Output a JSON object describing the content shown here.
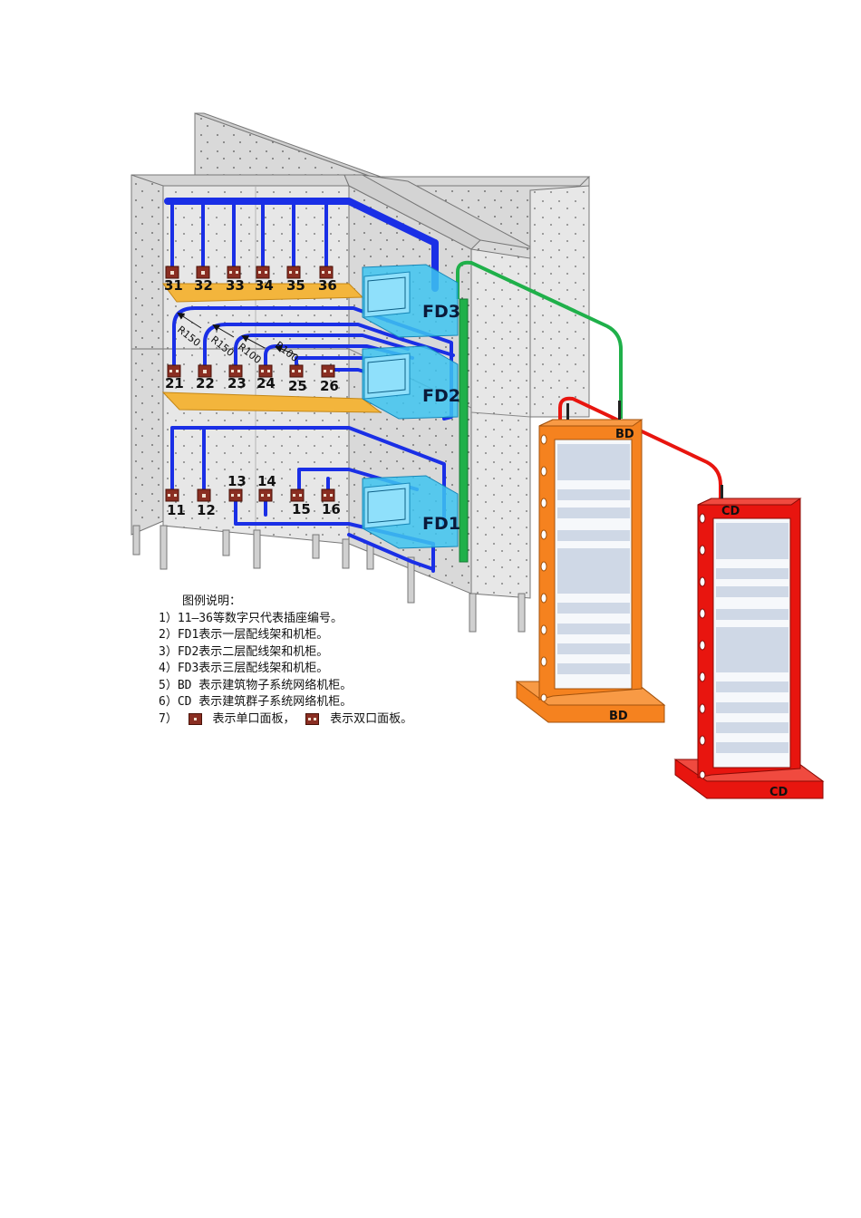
{
  "outlets": {
    "floor3": [
      "31",
      "32",
      "33",
      "34",
      "35",
      "36"
    ],
    "floor2": [
      "21",
      "22",
      "23",
      "24",
      "25",
      "26"
    ],
    "floor1": [
      "11",
      "12",
      "13",
      "14",
      "15",
      "16"
    ]
  },
  "distributors": {
    "fd3": "FD3",
    "fd2": "FD2",
    "fd1": "FD1"
  },
  "bend_radius_labels": [
    "R150",
    "R150",
    "R100",
    "R100"
  ],
  "racks": {
    "bd": {
      "top_label": "BD",
      "base_label": "BD",
      "color": "#f5821f"
    },
    "cd": {
      "top_label": "CD",
      "base_label": "CD",
      "color": "#e8150f"
    }
  },
  "colors": {
    "cable": "#1a2fe6",
    "trunk_green": "#1fb04a",
    "link_red": "#e8150f",
    "fd_box": "#3ec4f0",
    "tray": "#f3b53c",
    "outlet": "#8a2e22"
  },
  "legend": {
    "title": "图例说明：",
    "items": [
      "1）11—36等数字只代表插座编号。",
      "2）FD1表示一层配线架和机柜。",
      "3）FD2表示二层配线架和机柜。",
      "4）FD3表示三层配线架和机柜。",
      "5）BD 表示建筑物子系统网络机柜。",
      "6）CD 表示建筑群子系统网络机柜。"
    ],
    "item7_prefix": "7）",
    "item7_single": "表示单口面板，",
    "item7_double": "表示双口面板。"
  }
}
